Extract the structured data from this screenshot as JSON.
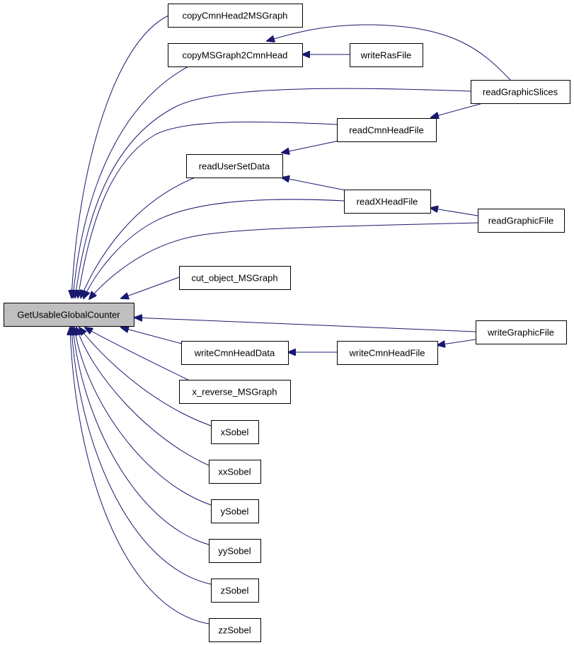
{
  "graph": {
    "edge_color": "#191970",
    "root_fill": "#bfbfbf",
    "nodes": [
      {
        "id": "root",
        "label": "GetUsableGlobalCounter",
        "root": true
      },
      {
        "id": "copyCmnHead2MSGraph",
        "label": "copyCmnHead2MSGraph"
      },
      {
        "id": "copyMSGraph2CmnHead",
        "label": "copyMSGraph2CmnHead"
      },
      {
        "id": "writeRasFile",
        "label": "writeRasFile"
      },
      {
        "id": "readGraphicSlices",
        "label": "readGraphicSlices"
      },
      {
        "id": "readCmnHeadFile",
        "label": "readCmnHeadFile"
      },
      {
        "id": "readUserSetData",
        "label": "readUserSetData"
      },
      {
        "id": "readXHeadFile",
        "label": "readXHeadFile"
      },
      {
        "id": "readGraphicFile",
        "label": "readGraphicFile"
      },
      {
        "id": "cut_object_MSGraph",
        "label": "cut_object_MSGraph"
      },
      {
        "id": "writeGraphicFile",
        "label": "writeGraphicFile"
      },
      {
        "id": "writeCmnHeadData",
        "label": "writeCmnHeadData"
      },
      {
        "id": "writeCmnHeadFile",
        "label": "writeCmnHeadFile"
      },
      {
        "id": "x_reverse_MSGraph",
        "label": "x_reverse_MSGraph"
      },
      {
        "id": "xSobel",
        "label": "xSobel"
      },
      {
        "id": "xxSobel",
        "label": "xxSobel"
      },
      {
        "id": "ySobel",
        "label": "ySobel"
      },
      {
        "id": "yySobel",
        "label": "yySobel"
      },
      {
        "id": "zSobel",
        "label": "zSobel"
      },
      {
        "id": "zzSobel",
        "label": "zzSobel"
      }
    ],
    "edges": [
      {
        "from": "copyCmnHead2MSGraph",
        "to": "root"
      },
      {
        "from": "copyMSGraph2CmnHead",
        "to": "root"
      },
      {
        "from": "readGraphicSlices",
        "to": "root"
      },
      {
        "from": "readCmnHeadFile",
        "to": "root"
      },
      {
        "from": "readUserSetData",
        "to": "root"
      },
      {
        "from": "readXHeadFile",
        "to": "root"
      },
      {
        "from": "readGraphicFile",
        "to": "root"
      },
      {
        "from": "cut_object_MSGraph",
        "to": "root"
      },
      {
        "from": "writeGraphicFile",
        "to": "root"
      },
      {
        "from": "writeCmnHeadData",
        "to": "root"
      },
      {
        "from": "x_reverse_MSGraph",
        "to": "root"
      },
      {
        "from": "xSobel",
        "to": "root"
      },
      {
        "from": "xxSobel",
        "to": "root"
      },
      {
        "from": "ySobel",
        "to": "root"
      },
      {
        "from": "yySobel",
        "to": "root"
      },
      {
        "from": "zSobel",
        "to": "root"
      },
      {
        "from": "zzSobel",
        "to": "root"
      },
      {
        "from": "writeRasFile",
        "to": "copyMSGraph2CmnHead"
      },
      {
        "from": "readGraphicSlices",
        "to": "copyMSGraph2CmnHead"
      },
      {
        "from": "readGraphicSlices",
        "to": "readCmnHeadFile"
      },
      {
        "from": "readCmnHeadFile",
        "to": "readUserSetData"
      },
      {
        "from": "readXHeadFile",
        "to": "readUserSetData"
      },
      {
        "from": "readGraphicFile",
        "to": "readXHeadFile"
      },
      {
        "from": "writeCmnHeadFile",
        "to": "writeCmnHeadData"
      },
      {
        "from": "writeGraphicFile",
        "to": "writeCmnHeadFile"
      }
    ]
  }
}
